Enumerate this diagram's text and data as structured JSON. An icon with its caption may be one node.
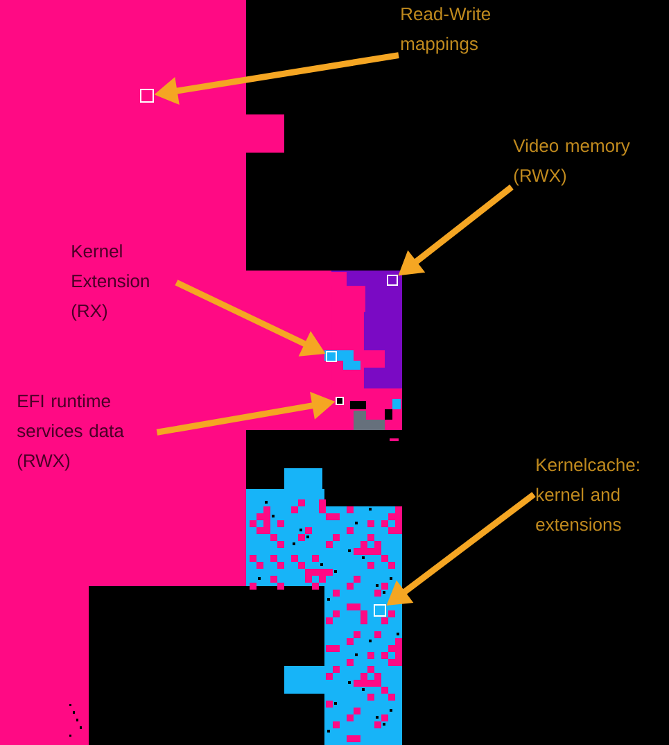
{
  "diagram": {
    "nodes": [
      {
        "text": [
          "Read-Write mappings"
        ]
      },
      {
        "text": [
          "Video memory (RWX)"
        ]
      },
      {
        "text": [
          "Kernel Extension (RX)"
        ]
      },
      {
        "text": [
          "EFI runtime services data (RWX)"
        ]
      },
      {
        "text": [
          "Kernelcache: kernel and extensions"
        ]
      },
      {
        "text": [],
        "shape": "box"
      },
      {
        "text": [],
        "shape": "box"
      },
      {
        "text": [],
        "shape": "box"
      },
      {
        "text": [],
        "shape": "box"
      },
      {
        "text": [],
        "shape": "box"
      }
    ],
    "edges": [
      {
        "from": 0,
        "to": 5,
        "arrow": "to"
      },
      {
        "from": 1,
        "to": 6,
        "arrow": "to"
      },
      {
        "from": 2,
        "to": 7,
        "arrow": "to"
      },
      {
        "from": 3,
        "to": 8,
        "arrow": "to"
      },
      {
        "from": 4,
        "to": 9,
        "arrow": "to"
      }
    ]
  }
}
